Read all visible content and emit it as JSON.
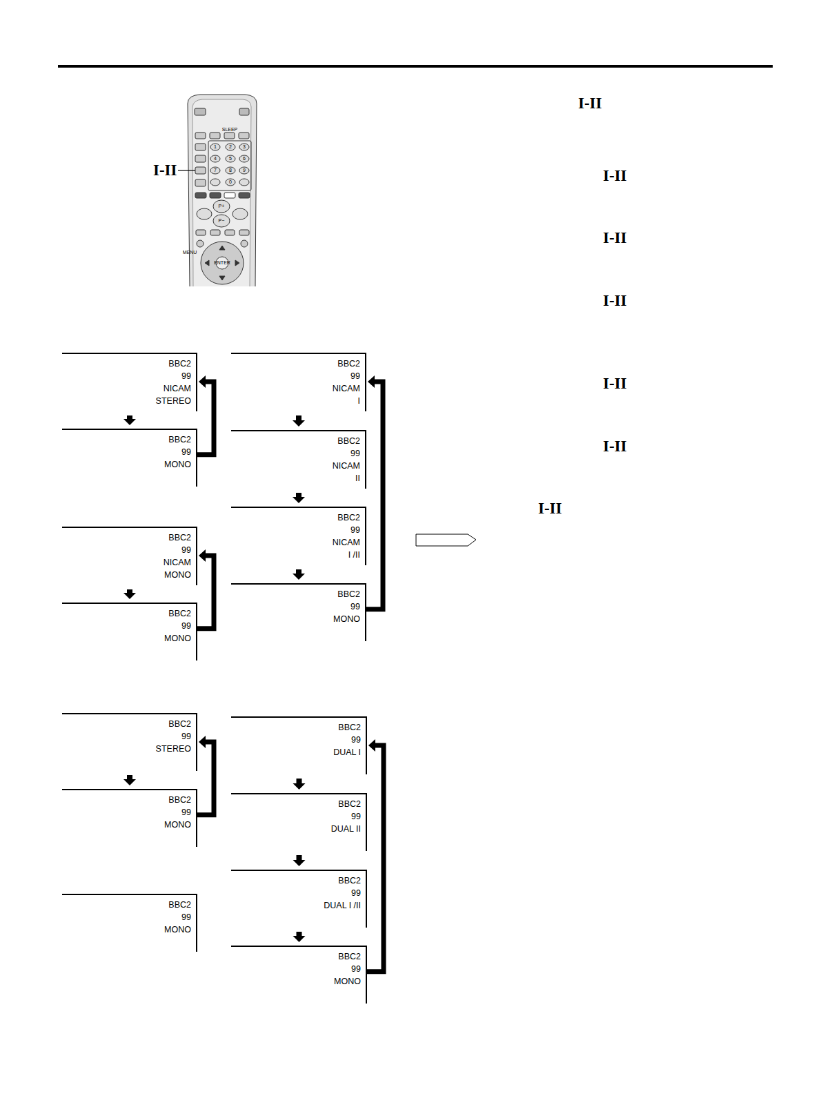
{
  "diagram": {
    "nodes": [
      {
        "text": [
          "BBC2",
          "99",
          "NICAM",
          "STEREO"
        ]
      },
      {
        "text": [
          "BBC2",
          "99",
          "MONO"
        ]
      },
      {
        "text": [
          "BBC2",
          "99",
          "NICAM",
          "I"
        ]
      },
      {
        "text": [
          "BBC2",
          "99",
          "NICAM",
          "II"
        ]
      },
      {
        "text": [
          "BBC2",
          "99",
          "NICAM",
          "I /II"
        ]
      },
      {
        "text": [
          "BBC2",
          "99",
          "MONO"
        ]
      },
      {
        "text": [
          "BBC2",
          "99",
          "NICAM",
          "MONO"
        ]
      },
      {
        "text": [
          "BBC2",
          "99",
          "MONO"
        ]
      },
      {
        "text": [
          "BBC2",
          "99",
          "STEREO"
        ]
      },
      {
        "text": [
          "BBC2",
          "99",
          "MONO"
        ]
      },
      {
        "text": [
          "BBC2",
          "99",
          "MONO"
        ]
      },
      {
        "text": [
          "BBC2",
          "99",
          "DUAL I"
        ]
      },
      {
        "text": [
          "BBC2",
          "99",
          "DUAL II"
        ]
      },
      {
        "text": [
          "BBC2",
          "99",
          "DUAL I /II"
        ]
      },
      {
        "text": [
          "BBC2",
          "99",
          "MONO"
        ]
      }
    ],
    "edges": [
      {
        "from": 0,
        "to": 1,
        "arrow": "to"
      },
      {
        "from": 1,
        "to": 0,
        "arrow": "to"
      },
      {
        "from": 2,
        "to": 3,
        "arrow": "to"
      },
      {
        "from": 3,
        "to": 4,
        "arrow": "to"
      },
      {
        "from": 4,
        "to": 5,
        "arrow": "to"
      },
      {
        "from": 5,
        "to": 2,
        "arrow": "to"
      },
      {
        "from": 6,
        "to": 7,
        "arrow": "to"
      },
      {
        "from": 7,
        "to": 6,
        "arrow": "to"
      },
      {
        "from": 8,
        "to": 9,
        "arrow": "to"
      },
      {
        "from": 9,
        "to": 8,
        "arrow": "to"
      },
      {
        "from": 11,
        "to": 12,
        "arrow": "to"
      },
      {
        "from": 12,
        "to": 13,
        "arrow": "to"
      },
      {
        "from": 13,
        "to": 14,
        "arrow": "to"
      },
      {
        "from": 14,
        "to": 11,
        "arrow": "to"
      }
    ],
    "labels": [
      "I-II",
      "SLEEP",
      "1",
      "2",
      "3",
      "4",
      "5",
      "6",
      "7",
      "8",
      "9",
      "0",
      "P+",
      "P−",
      "ENTER",
      "MENU",
      "I-II",
      "I-II",
      "I-II",
      "I-II",
      "I-II",
      "I-II",
      "I-II"
    ]
  }
}
